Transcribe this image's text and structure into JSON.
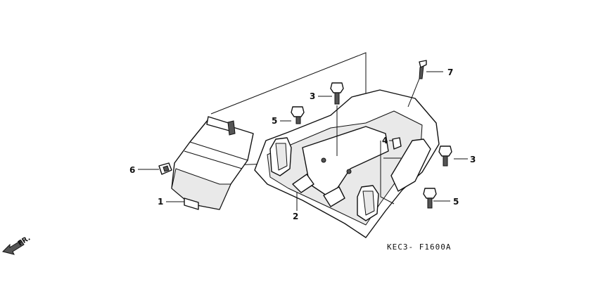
{
  "diagram": {
    "callouts": [
      {
        "id": "c1",
        "label": "1"
      },
      {
        "id": "c2",
        "label": "2"
      },
      {
        "id": "c3a",
        "label": "3"
      },
      {
        "id": "c3b",
        "label": "3"
      },
      {
        "id": "c4",
        "label": "4"
      },
      {
        "id": "c5a",
        "label": "5"
      },
      {
        "id": "c5b",
        "label": "5"
      },
      {
        "id": "c6",
        "label": "6"
      },
      {
        "id": "c7",
        "label": "7"
      }
    ],
    "direction_label": "FR.",
    "drawing_code": "KEC3- F1600A"
  }
}
